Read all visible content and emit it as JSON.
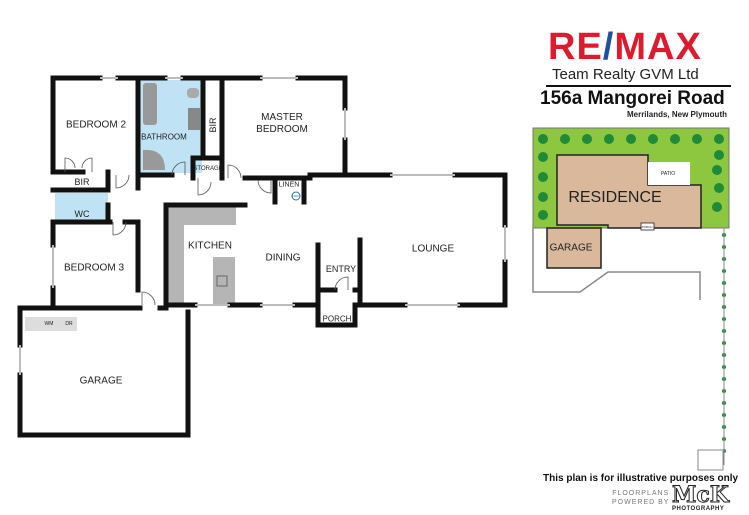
{
  "branding": {
    "logo_text_left": "RE",
    "logo_slash": "/",
    "logo_text_right": "MAX",
    "agency": "Team Realty GVM Ltd",
    "address": "156a Mangorei Road",
    "suburb": "Merrilands, New Plymouth"
  },
  "rooms": {
    "bedroom2": "BEDROOM 2",
    "bathroom": "BATHROOM",
    "bir1": "BIR",
    "bir2": "BIR",
    "master_line1": "MASTER",
    "master_line2": "BEDROOM",
    "storage": "STORAGE",
    "linen": "LINEN",
    "hwc": "HWC",
    "wc": "WC",
    "bedroom3": "BEDROOM 3",
    "kitchen": "KITCHEN",
    "dining": "DINING",
    "entry": "ENTRY",
    "lounge": "LOUNGE",
    "porch": "PORCH",
    "garage": "GARAGE",
    "wm": "WM",
    "dr": "DR"
  },
  "site_plan": {
    "residence": "RESIDENCE",
    "garage": "GARAGE",
    "patio": "PATIO",
    "porch": "PORCH",
    "colors": {
      "lawn": "#8dc63f",
      "building": "#d9b89c",
      "tree": "#1e8a3a"
    }
  },
  "footer": {
    "disclaimer": "This plan is for illustrative purposes only",
    "powered_line1": "FLOORPLANS",
    "powered_line2": "POWERED BY",
    "mck": "McK",
    "mck_sub": "PHOTOGRAPHY"
  },
  "colors": {
    "wet_area": "#bfe3f5",
    "bench": "#b5b5b5",
    "wall": "#111111",
    "brand_red": "#dc1c2e",
    "brand_blue": "#1f4fa0"
  }
}
